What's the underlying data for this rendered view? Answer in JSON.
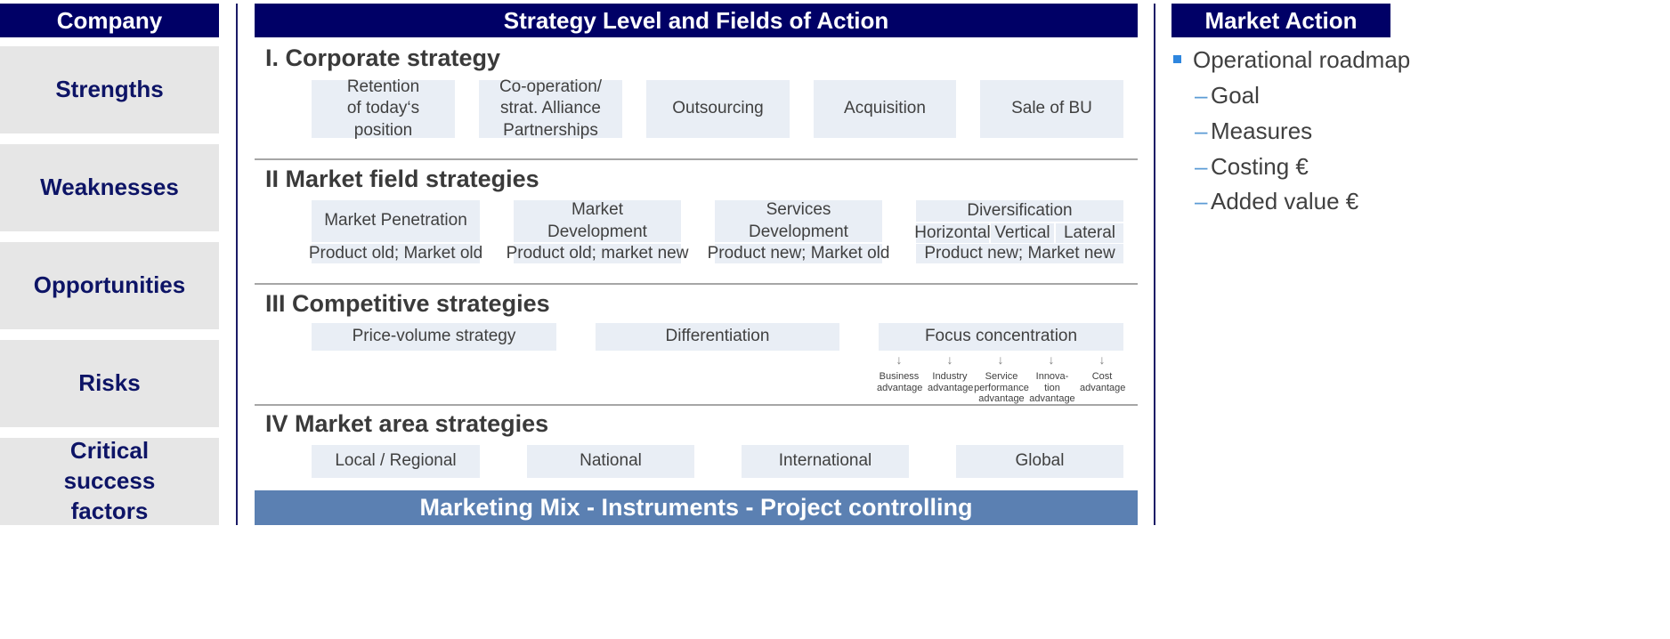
{
  "company": {
    "header": "Company",
    "items": [
      "Strengths",
      "Weaknesses",
      "Opportunities",
      "Risks",
      "Critical success factors"
    ]
  },
  "center": {
    "header": "Strategy Level and Fields of Action",
    "corporate": {
      "title": "I. Corporate strategy",
      "tiles": [
        "Retention\nof today‘s\nposition",
        "Co-operation/\nstrat. Alliance\nPartnerships",
        "Outsourcing",
        "Acquisition",
        "Sale of BU"
      ]
    },
    "market_field": {
      "title": "II Market field strategies",
      "tiles": [
        {
          "label": "Market Penetration",
          "sub": "Product old; Market old"
        },
        {
          "label": "Market\nDevelopment",
          "sub": "Product old; market new"
        },
        {
          "label": "Services\nDevelopment",
          "sub": "Product new; Market old"
        }
      ],
      "diversification": {
        "label": "Diversification",
        "types": [
          "Horizontal",
          "Vertical",
          "Lateral"
        ],
        "sub": "Product new; Market new"
      }
    },
    "competitive": {
      "title": "III Competitive strategies",
      "tiles": [
        "Price-volume strategy",
        "Differentiation",
        "Focus concentration"
      ],
      "focus_items": [
        "Business\nadvantage",
        "Industry\nadvantage",
        "Service\nperformance\nadvantage",
        "Innova-\ntion\nadvantage",
        "Cost\nadvantage"
      ]
    },
    "market_area": {
      "title": "IV Market area strategies",
      "tiles": [
        "Local / Regional",
        "National",
        "International",
        "Global"
      ]
    },
    "footer": "Marketing Mix - Instruments - Project controlling"
  },
  "market_action": {
    "header": "Market Action",
    "main": "Operational roadmap",
    "subs": [
      "Goal",
      "Measures",
      "Costing €",
      "Added value €"
    ]
  },
  "colors": {
    "header_bg": "#000066",
    "company_box_bg": "#e6e6e6",
    "tile_bg": "#e9eef5",
    "footer_bg": "#5b80b2",
    "bullet": "#2e86de"
  }
}
